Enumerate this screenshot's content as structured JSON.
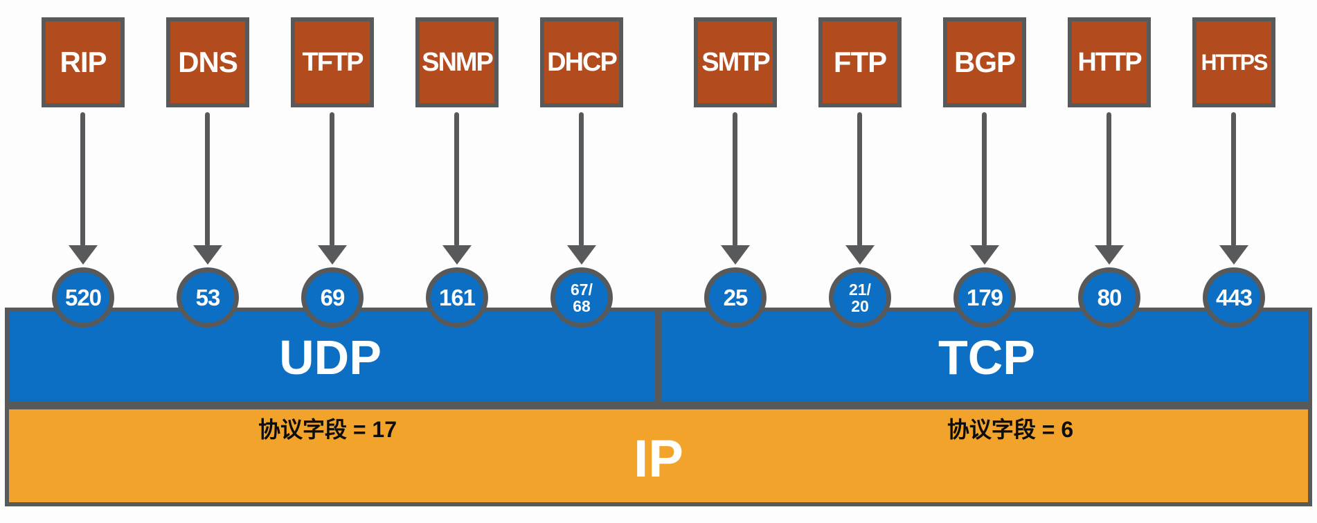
{
  "diagram": {
    "application_layer": {
      "protocols": [
        {
          "name": "RIP",
          "port": "520",
          "transport": "UDP"
        },
        {
          "name": "DNS",
          "port": "53",
          "transport": "UDP"
        },
        {
          "name": "TFTP",
          "port": "69",
          "transport": "UDP"
        },
        {
          "name": "SNMP",
          "port": "161",
          "transport": "UDP"
        },
        {
          "name": "DHCP",
          "port": "67/68",
          "transport": "UDP"
        },
        {
          "name": "SMTP",
          "port": "25",
          "transport": "TCP"
        },
        {
          "name": "FTP",
          "port": "21/20",
          "transport": "TCP"
        },
        {
          "name": "BGP",
          "port": "179",
          "transport": "TCP"
        },
        {
          "name": "HTTP",
          "port": "80",
          "transport": "TCP"
        },
        {
          "name": "HTTPS",
          "port": "443",
          "transport": "TCP"
        }
      ]
    },
    "transport_layer": {
      "udp": {
        "label": "UDP",
        "protocol_field": "协议字段 = 17"
      },
      "tcp": {
        "label": "TCP",
        "protocol_field": "协议字段 = 6"
      }
    },
    "network_layer": {
      "label": "IP"
    },
    "colors": {
      "protocol_box": "#b24b1e",
      "transport_bar": "#0c6fc4",
      "network_bar": "#f1a32b",
      "outline": "#58595b",
      "box_text": "#ffffff",
      "field_text": "#0d0d0d"
    }
  }
}
